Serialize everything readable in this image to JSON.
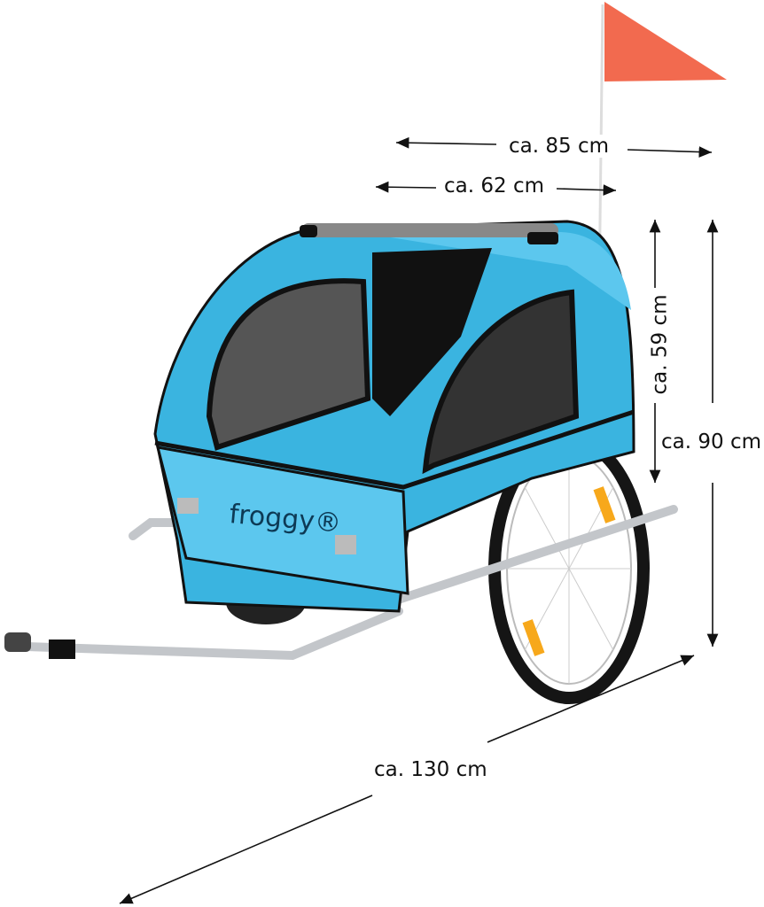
{
  "dimensions": {
    "width_outer": "ca. 85 cm",
    "width_inner": "ca. 62 cm",
    "height_inner": "ca. 59 cm",
    "height_total": "ca. 90 cm",
    "length_total": "ca. 130 cm"
  },
  "product": {
    "brand_logo": "froggy®",
    "colors": {
      "canopy": "#3ab4e0",
      "canopy_light": "#5cc7ee",
      "trim": "#111111",
      "flag": "#f26a4f",
      "frame": "#c9ccd0"
    }
  }
}
